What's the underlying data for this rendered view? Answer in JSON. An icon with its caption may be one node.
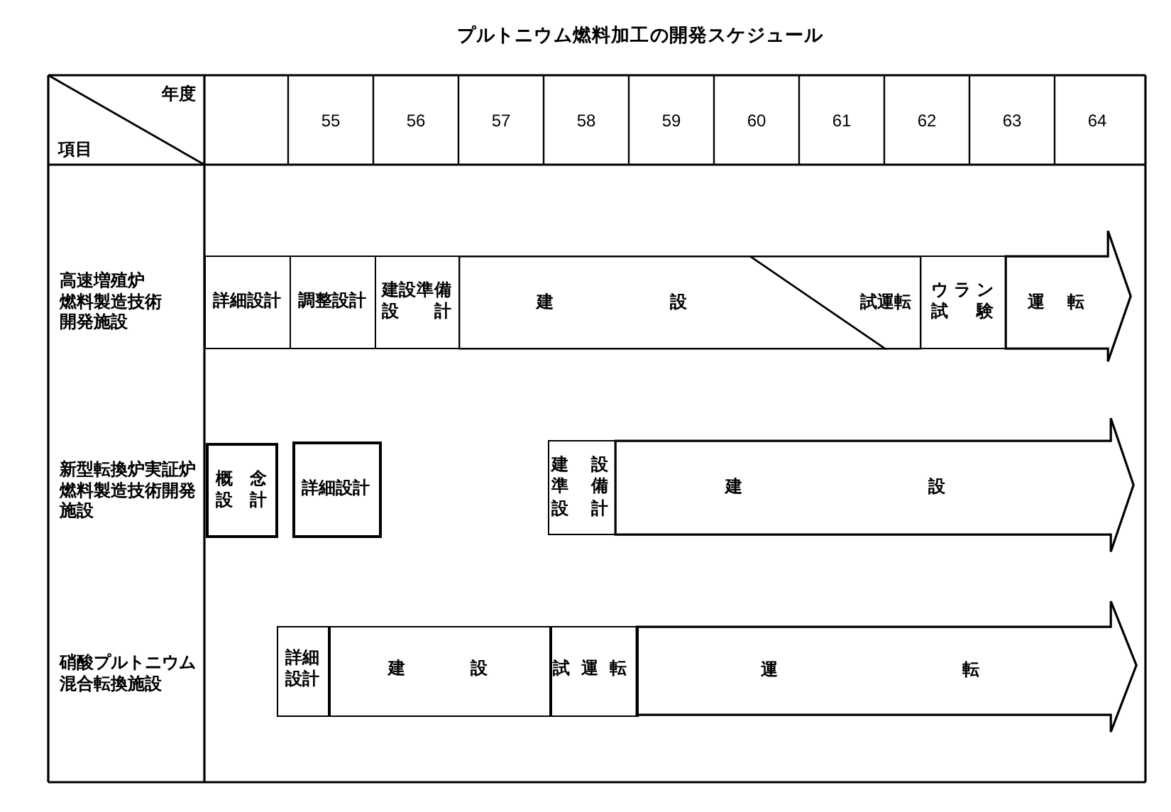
{
  "diagram": {
    "title": "プルトニウム燃料加工の開発スケジュール",
    "nodes": [
      {
        "text": [
          "詳細設計"
        ]
      },
      {
        "text": [
          "調整設計"
        ]
      },
      {
        "text": [
          "建設準備設計"
        ]
      },
      {
        "text": [
          "建設"
        ]
      },
      {
        "text": [
          "試運転"
        ]
      },
      {
        "text": [
          "ウラン試験"
        ]
      },
      {
        "text": [
          "運転"
        ]
      },
      {
        "text": [
          "概念設計"
        ]
      },
      {
        "text": [
          "詳細設計"
        ]
      },
      {
        "text": [
          "建設準備設計"
        ]
      },
      {
        "text": [
          "建設"
        ]
      },
      {
        "text": [
          "詳細設計"
        ]
      },
      {
        "text": [
          "建設"
        ]
      },
      {
        "text": [
          "試運転"
        ]
      },
      {
        "text": [
          "運転"
        ]
      }
    ],
    "labels": [
      "年度",
      "項目",
      "55",
      "56",
      "57",
      "58",
      "59",
      "60",
      "61",
      "62",
      "63",
      "64",
      "高速増殖炉燃料製造技術開発施設",
      "新型転換炉実証炉燃料製造技術開発施設",
      "硝酸プルトニウム混合転換施設"
    ]
  }
}
